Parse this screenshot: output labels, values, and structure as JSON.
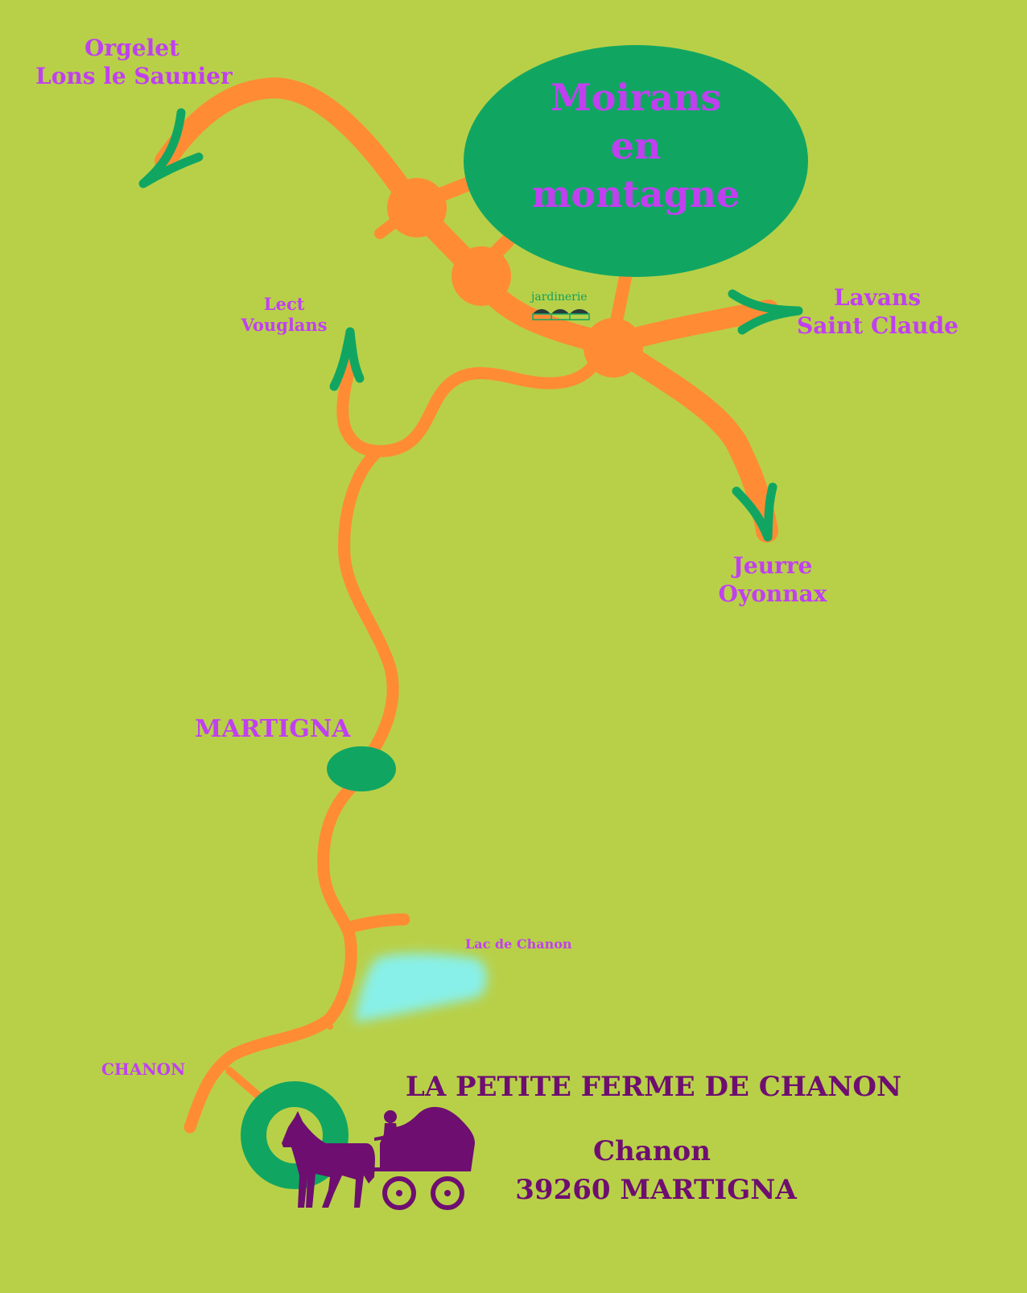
{
  "colors": {
    "background": "#b8d048",
    "road": "#ff8c35",
    "arrow": "#10a662",
    "town_fill": "#10a662",
    "label": "#c040f0",
    "footer": "#6e0e70",
    "lake": "#88f0e8"
  },
  "destinations": {
    "northwest": {
      "line1": "Orgelet",
      "line2": "Lons le Saunier",
      "icon": "arrow-northwest-icon"
    },
    "north": {
      "line1": "Lect",
      "line2": "Vouglans",
      "icon": "arrow-north-icon"
    },
    "east": {
      "line1": "Lavans",
      "line2": "Saint Claude",
      "icon": "arrow-east-icon"
    },
    "southeast": {
      "line1": "Jeurre",
      "line2": "Oyonnax",
      "icon": "arrow-south-icon"
    }
  },
  "center_town": {
    "line1": "Moirans",
    "line2": "en",
    "line3": "montagne"
  },
  "landmarks": {
    "garden_center": {
      "label": "jardinerie",
      "icon": "greenhouse-icon"
    },
    "lake": {
      "label": "Lac de Chanon"
    }
  },
  "towns": {
    "martigna": "MARTIGNA",
    "chanon": "CHANON"
  },
  "footer": {
    "title": "LA PETITE FERME DE CHANON",
    "locality": "Chanon",
    "postal": "39260 MARTIGNA",
    "icon": "horse-cart-icon"
  }
}
